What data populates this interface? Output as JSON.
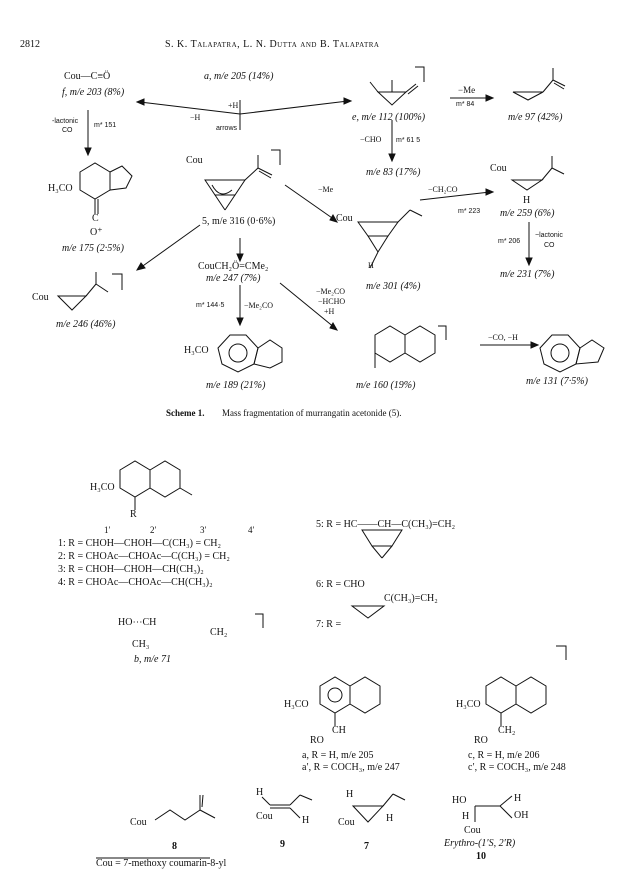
{
  "header": {
    "page_number": "2812",
    "authors": "S. K. Talapatra, L. N. Dutta and B. Talapatra"
  },
  "scheme1": {
    "caption_label": "Scheme 1.",
    "caption_text": "Mass fragmentation of murrangatin acetonide (5).",
    "ion_f_formula": "Cou—C≡Ö",
    "ion_f_label": "f, m/e 203 (8%)",
    "ion_a_label": "a, m/e 205 (14%)",
    "plus_h": "+H",
    "minus_h": "−H",
    "arrows_note": "arrows",
    "ion_e_label": "e, m/e 112 (100%)",
    "minus_me": "−Me",
    "metastable_84": "m* 84",
    "ion_97_label": "m/e 97 (42%)",
    "lactonic_co_a": "-lactonic",
    "lactonic_co_b": "CO",
    "metastable_151": "m* 151",
    "minus_cho": "−CHO",
    "metastable_61": "m* 61 5",
    "ion_83_label": "m/e 83 (17%)",
    "h3co_label": "H₃CO",
    "ion_175_co": "C",
    "ion_175_o": "O⁺",
    "ion_175_label": "m/e 175 (2·5%)",
    "cou_label": "Cou",
    "compound5_label": "5, m/e 316 (0·6%)",
    "minus_me_2": "−Me",
    "minus_ch2co": "−CH₂CO",
    "metastable_223": "m* 223",
    "ion_259_label": "m/e 259 (6%)",
    "h_label": "H",
    "metastable_206": "m* 206",
    "lactonic_co2_a": "−lactonic",
    "lactonic_co2_b": "CO",
    "ion_231_label": "m/e 231 (7%)",
    "ion_301_label": "m/e 301 (4%)",
    "ion_247_formula": "CouCH₂Ö=CMe₂",
    "ion_247_label": "m/e 247 (7%)",
    "minus_me2co": "−Me₂CO",
    "minus_hcho": "−HCHO",
    "plus_h_2": "+H",
    "metastable_144": "m* 144·5",
    "minus_me2co_2": "−Me₂CO",
    "ion_246_label": "m/e 246 (46%)",
    "ion_189_label": "m/e 189 (21%)",
    "ion_160_label": "m/e 160 (19%)",
    "minus_co_h": "−CO, −H",
    "ion_131_label": "m/e 131 (7·5%)"
  },
  "compounds": {
    "locants": [
      "1′",
      "2′",
      "3′",
      "4′"
    ],
    "r_label": "R",
    "list": [
      "1: R = CHOH—CHOH—C(CH₃) = CH₂",
      "2: R = CHOAc—CHOAc—C(CH₃) = CH₂",
      "3: R = CHOH—CHOH—CH(CH₃)₂",
      "4: R = CHOAc—CHOAc—CH(CH₃)₂"
    ],
    "c5": "5: R = HC——CH—C(CH₃)=CH₂",
    "c6": "6: R = CHO",
    "c7": "7: R =",
    "c7_sub": "C(CH₃)=CH₂",
    "ion_b_formula": "HO⋯CH",
    "ion_b_ch2": "CH₂",
    "ion_b_ch3": "CH₃",
    "ion_b_label": "b, m/e 71",
    "ro_label": "RO",
    "ch_label": "CH",
    "ch2_label": "CH₂",
    "a_line1": "a, R = H, m/e 205",
    "a_line2": "a′, R = COCH₃, m/e 247",
    "c_line1": "c, R = H, m/e 206",
    "c_line2": "c′, R = COCH₃, m/e 248"
  },
  "bottom": {
    "cou": "Cou",
    "num8": "8",
    "num9": "9",
    "num7": "7",
    "num10": "10",
    "cou_def": "Cou = 7-methoxy coumarin-8-yl",
    "erythro": "Erythro-(1′S, 2′R)",
    "ho": "HO",
    "oh": "OH",
    "h": "H"
  }
}
